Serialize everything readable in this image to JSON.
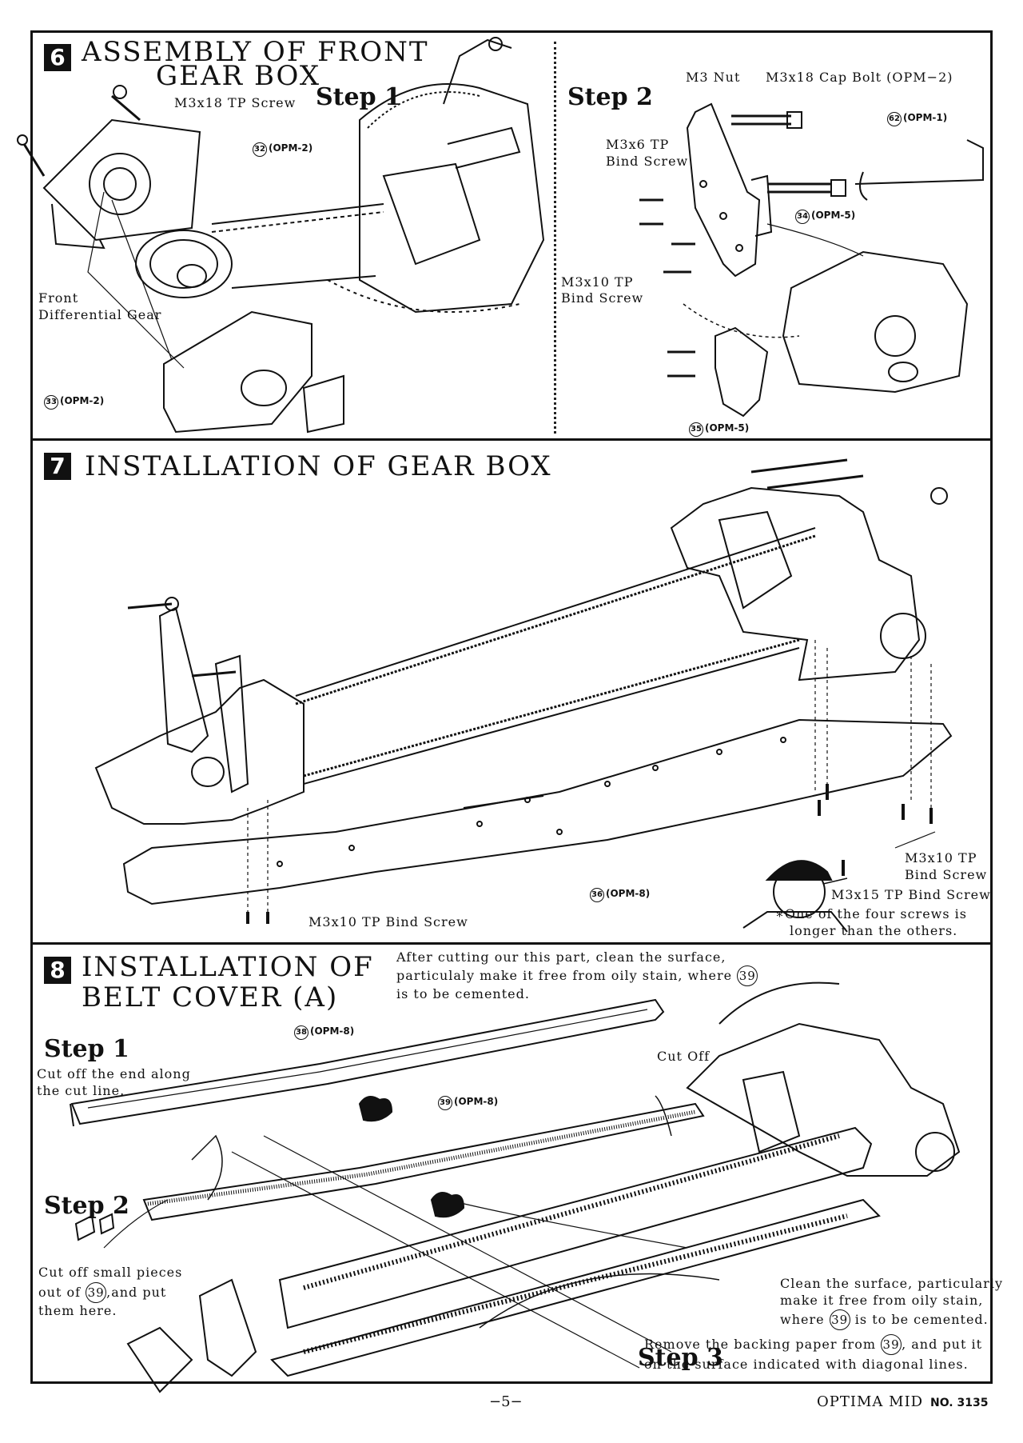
{
  "sections": {
    "s6": {
      "number": "6",
      "title_line1": "ASSEMBLY OF FRONT",
      "title_line2": "GEAR BOX",
      "step1": "Step 1",
      "step2": "Step 2",
      "labels": {
        "tp_screw_m3x18": "M3x18 TP Screw",
        "front_diff_1": "Front",
        "front_diff_2": "Differential Gear",
        "m3_nut": "M3 Nut",
        "cap_bolt": "M3x18 Cap Bolt (OPM−2)",
        "m3x6_1": "M3x6 TP",
        "m3x6_2": "Bind Screw",
        "m3x10_1": "M3x10 TP",
        "m3x10_2": "Bind Screw"
      },
      "parts": {
        "p32": {
          "num": "32",
          "code": "(OPM-2)"
        },
        "p33": {
          "num": "33",
          "code": "(OPM-2)"
        },
        "p62": {
          "num": "62",
          "code": "(OPM-1)"
        },
        "p34": {
          "num": "34",
          "code": "(OPM-5)"
        },
        "p35": {
          "num": "35",
          "code": "(OPM-5)"
        }
      }
    },
    "s7": {
      "number": "7",
      "title": "INSTALLATION OF GEAR BOX",
      "labels": {
        "m3x10_bind_1": "M3x10 TP",
        "m3x10_bind_2": "Bind Screw",
        "m3x15": "M3x15 TP Bind Screw",
        "note_1": "∗One of the four screws is",
        "note_2": "longer than the others.",
        "m3x10_bottom": "M3x10 TP Bind Screw"
      },
      "parts": {
        "p36": {
          "num": "36",
          "code": "(OPM-8)"
        }
      }
    },
    "s8": {
      "number": "8",
      "title_line1": "INSTALLATION OF",
      "title_line2": "BELT COVER (A)",
      "step1": "Step 1",
      "step2": "Step 2",
      "step3": "Step 3",
      "labels": {
        "top_note_1": "After cutting our this part, clean the surface,",
        "top_note_2": "particulaly make it free from oily stain, where",
        "top_note_circ": "39",
        "top_note_3": "is to be cemented.",
        "cut_off": "Cut Off",
        "step1_1": "Cut off the end along",
        "step1_2": "the cut line.",
        "step2_1": "Cut off small pieces",
        "step2_2a": "out of",
        "step2_circ": "39",
        "step2_2b": ",and put",
        "step2_3": "them here.",
        "clean_1": "Clean the surface, particularly",
        "clean_2": "make it free from oily stain,",
        "clean_3a": "where",
        "clean_circ": "39",
        "clean_3b": "is to be cemented.",
        "remove_1a": "Remove the backing paper from",
        "remove_circ": "39",
        "remove_1b": ", and put it",
        "remove_2": "on the surface indicated with diagonal lines."
      },
      "parts": {
        "p38": {
          "num": "38",
          "code": "(OPM-8)"
        },
        "p39": {
          "num": "39",
          "code": "(OPM-8)"
        }
      }
    }
  },
  "footer": {
    "page": "−5−",
    "model": "OPTIMA MID",
    "number": "NO. 3135"
  }
}
